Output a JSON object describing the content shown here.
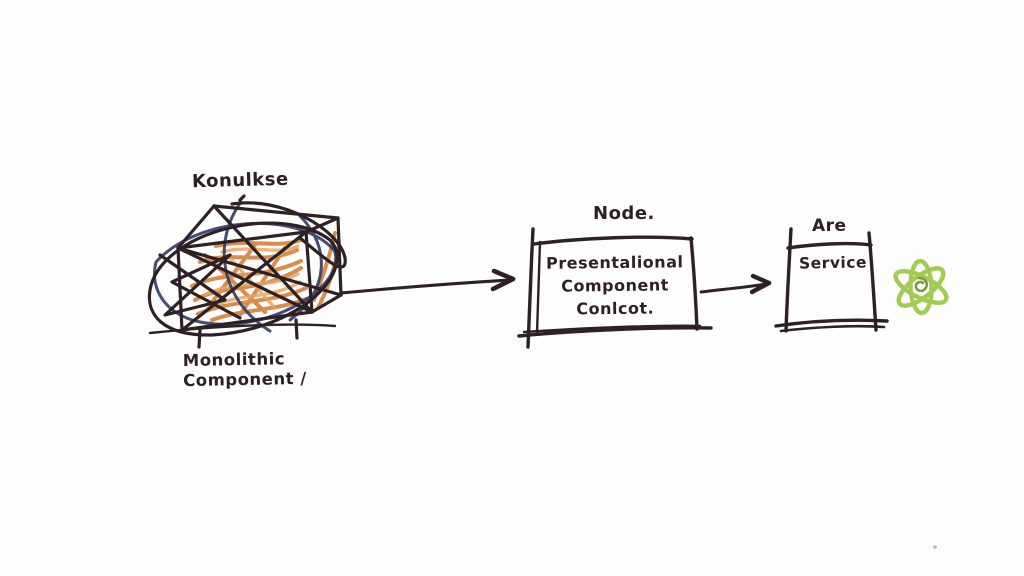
{
  "diagram_title": "hand-drawn component refactoring sketch",
  "colors": {
    "background": "#fdfdfd",
    "ink": "#2e2125",
    "orange": "#d6803a",
    "orange_light": "#e7a360",
    "navy": "#323a66",
    "react_green": "#a2cb52",
    "react_dark": "#7c9a3b",
    "speck": "#8f8f8f"
  },
  "monolith": {
    "title": "Konulkse",
    "caption_line1": "Monolithic",
    "caption_line2": "Component /"
  },
  "node_box": {
    "label": "Node.",
    "line1": "Presentalional",
    "line2": "Component",
    "line3": "Conlcot."
  },
  "service_box": {
    "label": "Are",
    "text": "Service"
  },
  "icons": {
    "react": "react-atom-icon"
  }
}
